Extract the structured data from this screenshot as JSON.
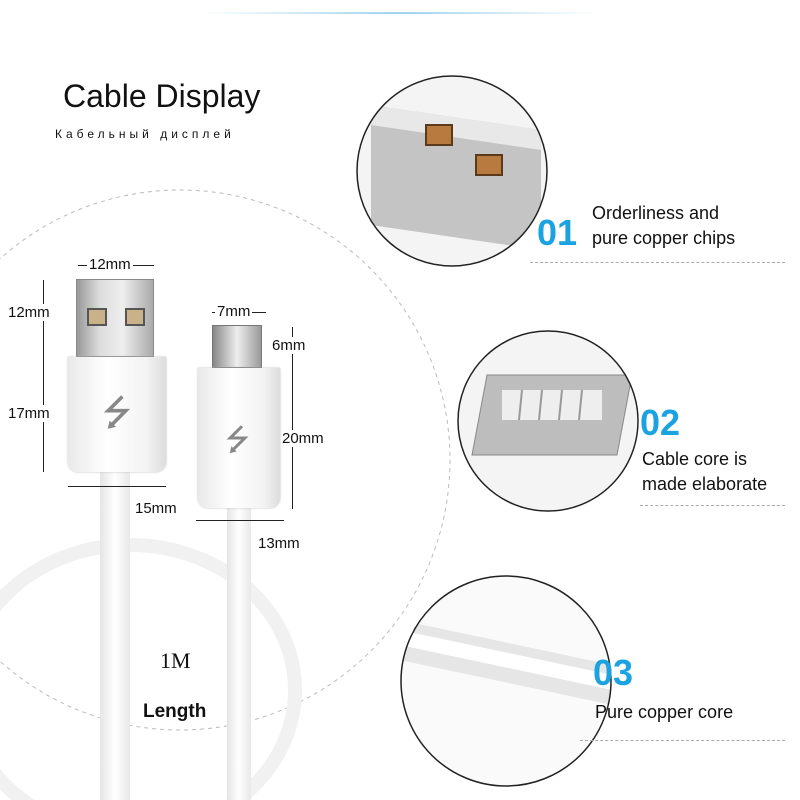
{
  "header": {
    "title": "Cable Display",
    "subtitle": "Кабельный дисплей"
  },
  "dimensions": {
    "usb_a_width": "12mm",
    "usb_a_plug_length": "12mm",
    "usb_a_body_length": "17mm",
    "usb_a_body_width": "15mm",
    "micro_width": "7mm",
    "micro_plug_length": "6mm",
    "micro_body_length": "20mm",
    "micro_body_width": "13mm"
  },
  "length": {
    "value": "1M",
    "label": "Length"
  },
  "features": [
    {
      "number": "01",
      "text": [
        "Orderliness and",
        "pure copper chips"
      ]
    },
    {
      "number": "02",
      "text": [
        "Cable core is",
        "made elaborate"
      ]
    },
    {
      "number": "03",
      "text": [
        "Pure copper core"
      ]
    }
  ],
  "colors": {
    "accent": "#1aa3e0"
  }
}
